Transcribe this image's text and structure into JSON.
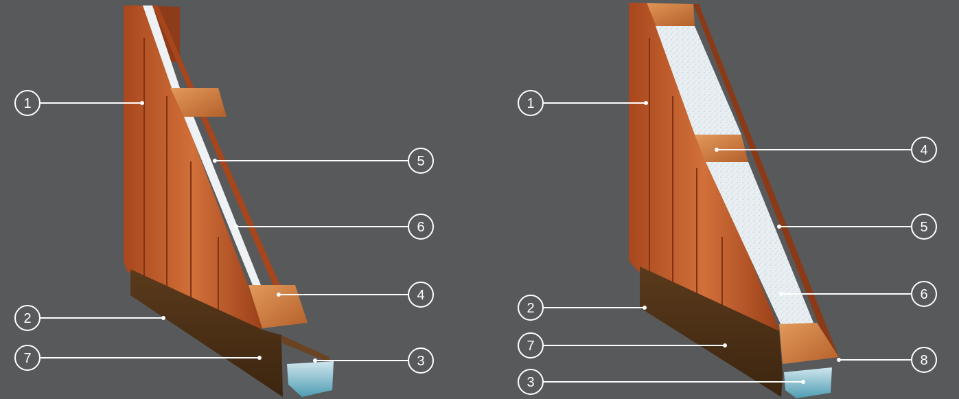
{
  "figures": [
    {
      "name": "left-door-cross-section",
      "callouts": [
        {
          "label": "1"
        },
        {
          "label": "5"
        },
        {
          "label": "6"
        },
        {
          "label": "2"
        },
        {
          "label": "4"
        },
        {
          "label": "7"
        },
        {
          "label": "3"
        }
      ]
    },
    {
      "name": "right-door-cross-section",
      "callouts": [
        {
          "label": "1"
        },
        {
          "label": "4"
        },
        {
          "label": "5"
        },
        {
          "label": "2"
        },
        {
          "label": "6"
        },
        {
          "label": "7"
        },
        {
          "label": "8"
        },
        {
          "label": "3"
        }
      ]
    }
  ],
  "colors": {
    "background": "#58595b",
    "wood_light": "#c8632e",
    "wood_dark": "#8f3d19",
    "frame_brown": "#4a2e16",
    "insulation": "#e6ecef",
    "seal": "#5ba8bd",
    "callout": "#ffffff"
  }
}
